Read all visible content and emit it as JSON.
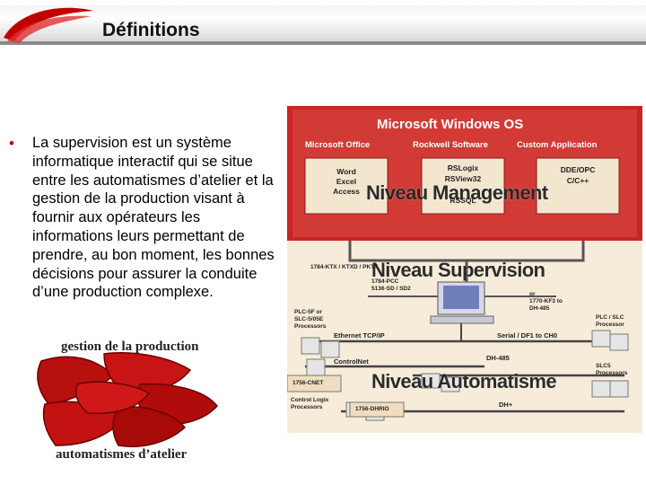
{
  "header": {
    "title": "Définitions"
  },
  "bullet": {
    "text": "La supervision est un système informatique interactif qui se situe entre les automatismes d’atelier et la gestion de la production visant à fournir aux opérateurs les informations leurs permettant de prendre, au bon moment, les bonnes décisions pour assurer la conduite d’une production complexe."
  },
  "petals": {
    "top_label": "gestion de la production",
    "bottom_label": "automatismes d’atelier"
  },
  "diagram": {
    "os_title": "Microsoft Windows OS",
    "col_office": "Microsoft Office",
    "col_rockwell": "Rockwell Software",
    "col_custom": "Custom Application",
    "office_apps": [
      "Word",
      "Excel",
      "Access"
    ],
    "rockwell_apps": [
      "RSLogix",
      "RSView32",
      "RSSQL"
    ],
    "custom_apps": [
      "DDE/OPC",
      "C/C++"
    ],
    "overlay_management": "Niveau Management",
    "overlay_supervision": "Niveau Supervision",
    "overlay_automatisme": "Niveau Automatisme",
    "left_interface": "1784-KTX / KTXD / PKTX",
    "left_interface_sub": "1784-PCC\n5136-SD / SD2",
    "right_interface": "or\n1770-KF3 to\nDH-485",
    "plc_left": "PLC-5F or\nSLC-5/05E\nProcessors",
    "plc_right": "PLC / SLC\nProcessor",
    "slc_right": "SLC5\nProcessors",
    "ethernet": "Ethernet TCP/IP",
    "serial": "Serial / DF1 to CH0",
    "controlnet": "ControlNet",
    "dh485": "DH-485",
    "dhplus": "DH+",
    "cnet_card": "1756-CNET",
    "dhrio_card": "1756-DHRIO",
    "controllogix": "Control Logix\nProcessors"
  },
  "colors": {
    "accent": "#c00000",
    "diagram_red": "#c8242a",
    "diagram_bg": "#f7ecd9"
  }
}
